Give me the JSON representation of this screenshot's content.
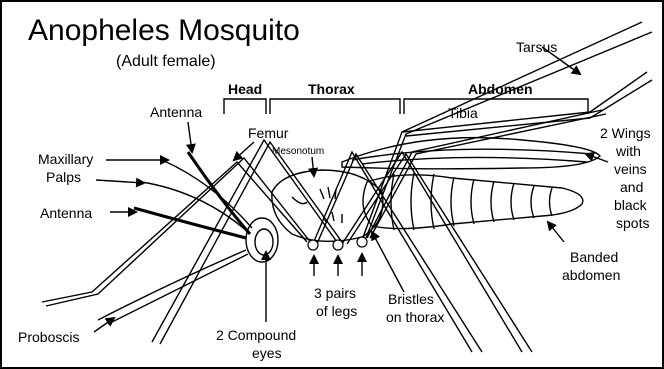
{
  "title": "Anopheles Mosquito",
  "subtitle": "(Adult female)",
  "sections": {
    "head": "Head",
    "thorax": "Thorax",
    "abdomen": "Abdomen"
  },
  "labels": {
    "tarsus": "Tarsus",
    "tibia": "Tibia",
    "antenna_top": "Antenna",
    "femur": "Femur",
    "mesonotum": "Mesonotum",
    "maxillary_1": "Maxillary",
    "maxillary_2": "Palps",
    "antenna_left": "Antenna",
    "wings_1": "2 Wings",
    "wings_2": "with",
    "wings_3": "veins",
    "wings_4": "and",
    "wings_5": "black",
    "wings_6": "spots",
    "banded_1": "Banded",
    "banded_2": "abdomen",
    "legs_1": "3 pairs",
    "legs_2": "of legs",
    "bristles_1": "Bristles",
    "bristles_2": "on thorax",
    "eyes_1": "2 Compound",
    "eyes_2": "eyes",
    "proboscis": "Proboscis"
  }
}
